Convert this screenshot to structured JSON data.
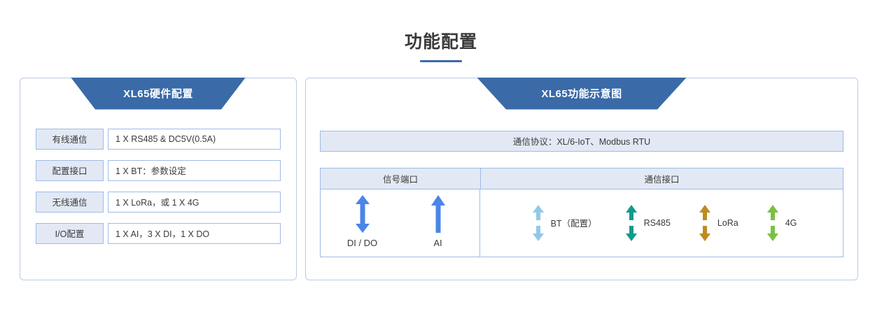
{
  "page": {
    "title": "功能配置",
    "accent_color": "#3a6aa8",
    "border_color": "#9fbbe4",
    "cell_fill": "#e2e9f5"
  },
  "left_panel": {
    "banner_title": "XL65硬件配置",
    "rows": [
      {
        "label": "有线通信",
        "value": "1 X RS485 & DC5V(0.5A)"
      },
      {
        "label": "配置接口",
        "value": "1 X BT：参数设定"
      },
      {
        "label": "无线通信",
        "value": "1 X LoRa，或 1 X 4G"
      },
      {
        "label": "I/O配置",
        "value": "1 X AI，3 X DI，1 X DO"
      }
    ]
  },
  "right_panel": {
    "banner_title": "XL65功能示意图",
    "protocol": "通信协议：XL/6-IoT、Modbus RTU",
    "table": {
      "headers": [
        "信号端口",
        "通信接口"
      ],
      "signal_ports": [
        {
          "label": "DI / DO",
          "icon": "double-arrow-icon",
          "color": "#4a86e8",
          "direction": "bidirectional"
        },
        {
          "label": "AI",
          "icon": "up-arrow-icon",
          "color": "#4a86e8",
          "direction": "up"
        }
      ],
      "comm_ports": [
        {
          "label": "BT（配置）",
          "icon": "split-double-arrow-icon",
          "color": "#92c9ea",
          "direction": "bidirectional"
        },
        {
          "label": "RS485",
          "icon": "split-double-arrow-icon",
          "color": "#119a8d",
          "direction": "bidirectional"
        },
        {
          "label": "LoRa",
          "icon": "split-double-arrow-icon",
          "color": "#bd8b22",
          "direction": "bidirectional"
        },
        {
          "label": "4G",
          "icon": "split-double-arrow-icon",
          "color": "#7ac143",
          "direction": "bidirectional"
        }
      ]
    }
  }
}
